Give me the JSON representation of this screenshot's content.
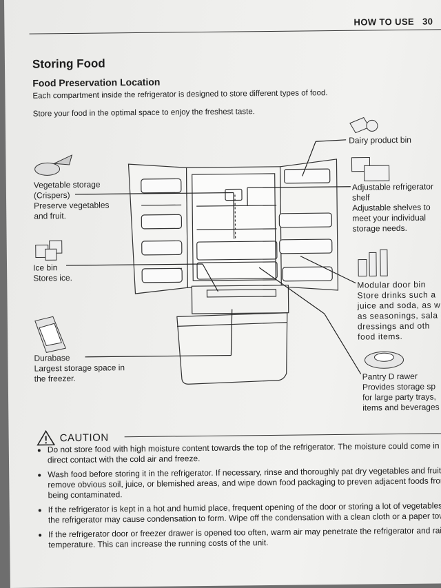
{
  "header": {
    "section": "HOW TO USE",
    "page_number": "30"
  },
  "title": "Storing Food",
  "subtitle": "Food Preservation Location",
  "intro": [
    "Each compartment inside the refrigerator is designed to store different types of food.",
    "Store your food in the optimal space to enjoy the freshest taste."
  ],
  "labels": {
    "vegetable_title": "Vegetable storage",
    "vegetable_sub": "(Crispers)",
    "vegetable_desc1": "Preserve vegetables",
    "vegetable_desc2": "and fruit.",
    "ice_title": "Ice bin",
    "ice_desc": "Stores ice.",
    "durabase_title": "Durabase",
    "durabase_desc1": "Largest storage space in",
    "durabase_desc2": "the freezer.",
    "dairy_title": "Dairy product bin",
    "shelf_title1": "Adjustable refrigerator",
    "shelf_title2": "shelf",
    "shelf_desc1": "Adjustable shelves to",
    "shelf_desc2": "meet your individual",
    "shelf_desc3": "storage needs.",
    "door_title": "Modular door bin",
    "door_desc1": "Store drinks such a",
    "door_desc2": "juice and soda, as we",
    "door_desc3": "as seasonings, sala",
    "door_desc4": "dressings and oth",
    "door_desc5": "food items.",
    "pantry_title": "Pantry D rawer",
    "pantry_desc1": "Provides storage sp",
    "pantry_desc2": "for large party trays,",
    "pantry_desc3": "items and beverages"
  },
  "caution": {
    "title": "CAUTION",
    "items": [
      "Do not store food with high moisture content towards the top of the refrigerator. The moisture could come in direct contact with the cold air and freeze.",
      "Wash food before storing it in the refrigerator. If necessary, rinse and thoroughly pat dry vegetables and fruit to remove obvious soil, juice, or blemished areas, and wipe down food packaging to preven adjacent foods from being contaminated.",
      "If the refrigerator is kept in a hot and humid place, frequent opening of the door or storing a lot of vegetables in the refrigerator may cause condensation to form. Wipe off the condensation with a clean cloth or a paper towel.",
      "If the refrigerator door or freezer drawer is opened too often, warm air may penetrate the refrigerator and raise its temperature. This can increase the running costs of the unit."
    ]
  }
}
